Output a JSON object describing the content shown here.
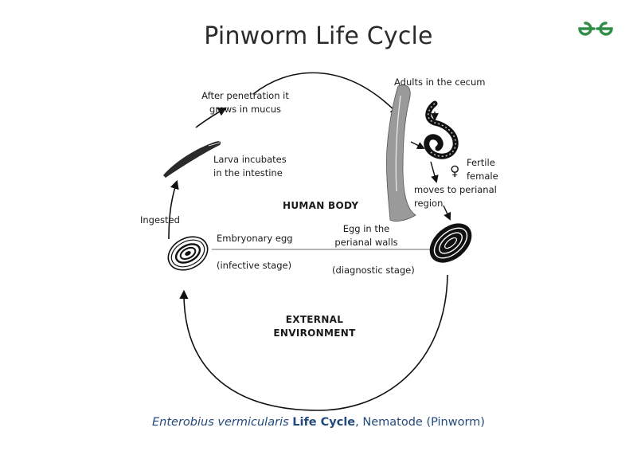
{
  "title": "Pinworm Life Cycle",
  "brand_color": "#2f8d46",
  "caption_color": "#234a7a",
  "stages": {
    "after_penetration": [
      "After penetration it",
      "grows in  mucus"
    ],
    "adults": "Adults in the cecum",
    "larva": [
      "Larva incubates",
      "in the intestine"
    ],
    "fertile_female": [
      "Fertile",
      "female"
    ],
    "female_symbol": "♀",
    "moves": [
      "moves to perianal",
      "region"
    ],
    "human_body": "HUMAN BODY",
    "ingested": "Ingested",
    "embryonary_egg": "Embryonary egg",
    "egg_perianal": [
      "Egg in the",
      "perianal walls"
    ],
    "infective": "(infective stage)",
    "diagnostic": "(diagnostic stage)",
    "external": [
      "EXTERNAL",
      "ENVIRONMENT"
    ]
  },
  "caption": {
    "species": "Enterobius vermicularis",
    "life_cycle": "Life Cycle",
    "rest": ", Nematode (Pinworm)"
  }
}
